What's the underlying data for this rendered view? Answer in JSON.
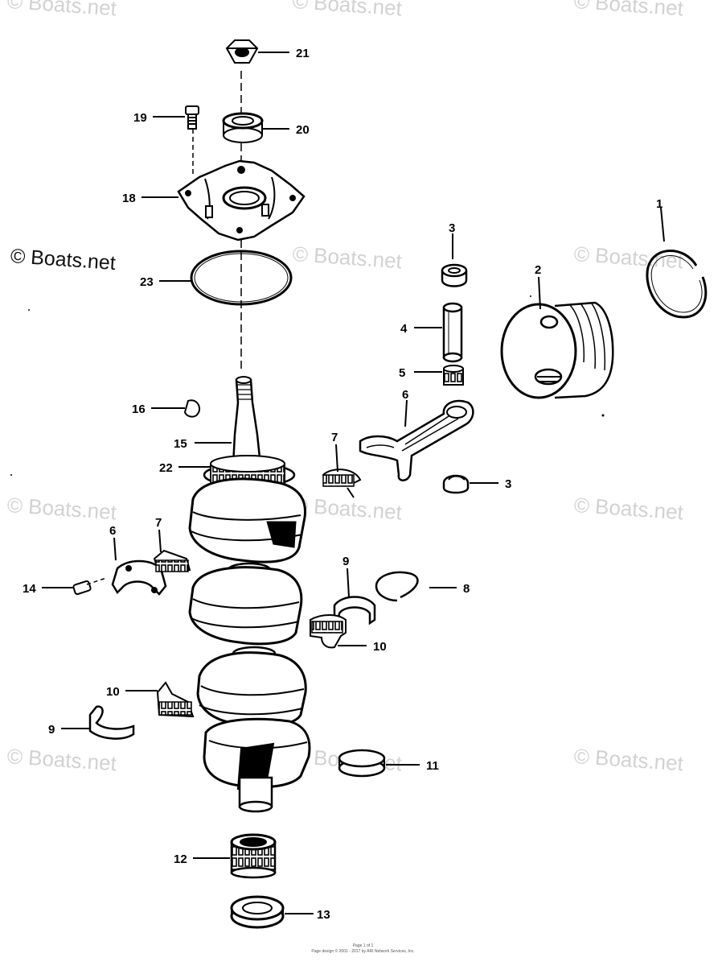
{
  "watermark": "© Boats.net",
  "footer": {
    "line1": "Page 1 of 1",
    "line2": "Page design © 2001 - 2017 by ARI Network Services, Inc."
  },
  "callouts": {
    "c1": "1",
    "c2": "2",
    "c3a": "3",
    "c3b": "3",
    "c4": "4",
    "c5": "5",
    "c6a": "6",
    "c6b": "6",
    "c7a": "7",
    "c7b": "7",
    "c8": "8",
    "c9a": "9",
    "c9b": "9",
    "c10a": "10",
    "c10b": "10",
    "c11": "11",
    "c12": "12",
    "c13": "13",
    "c14": "14",
    "c15": "15",
    "c16": "16",
    "c18": "18",
    "c19": "19",
    "c20": "20",
    "c21": "21",
    "c22": "22",
    "c23": "23"
  }
}
